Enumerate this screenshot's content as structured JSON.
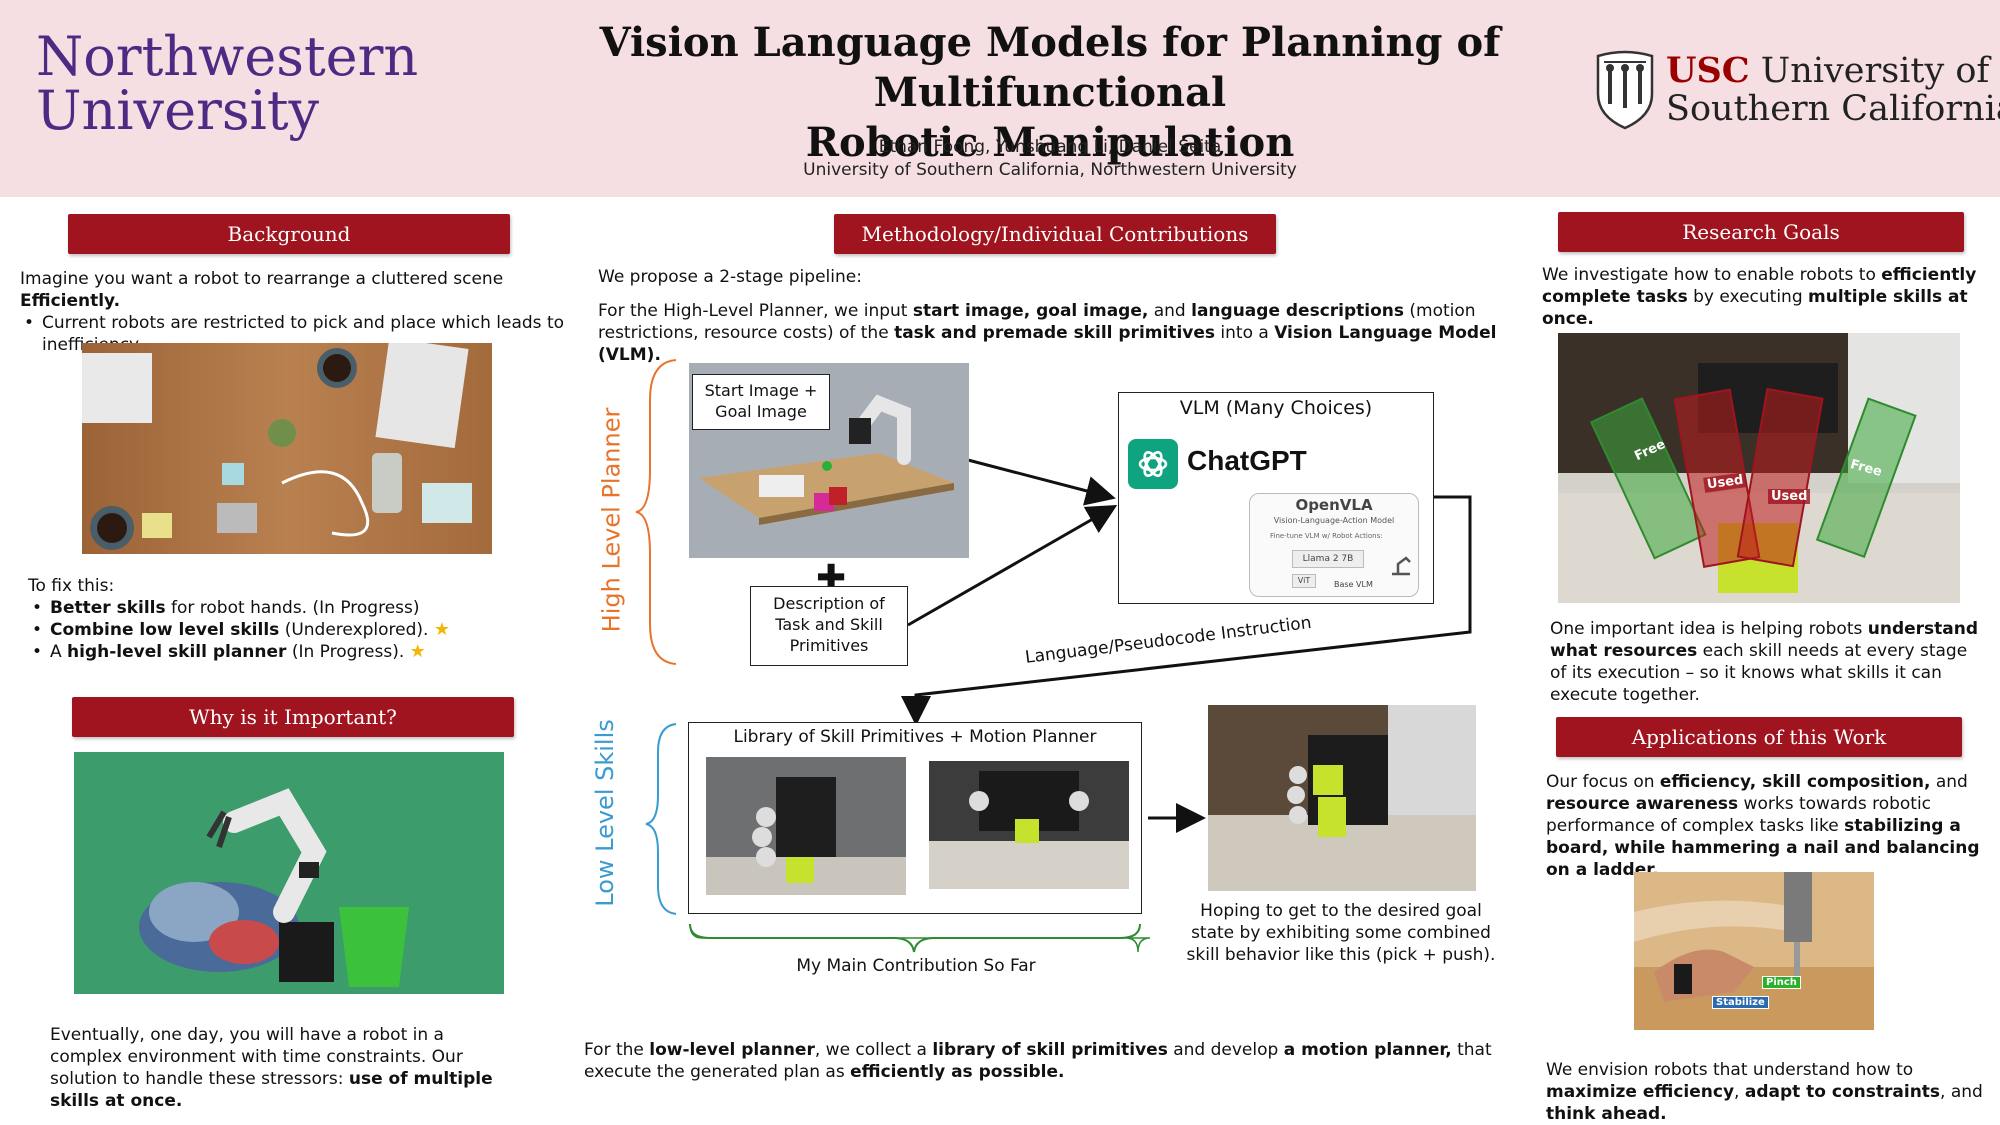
{
  "header": {
    "nu_logo_line1": "Northwestern",
    "nu_logo_line2": "University",
    "title_line1": "Vision Language Models for Planning of Multifunctional",
    "title_line2": "Robotic Manipulation",
    "authors": "Ethan Foong, Yunshuang Li, Daniel Seita",
    "affiliations": "University of Southern California, Northwestern University",
    "usc_abbrev": "USC",
    "usc_line1_rest": "University of",
    "usc_line2": "Southern California"
  },
  "background": {
    "heading": "Background",
    "intro_pre": "Imagine you want a robot to rearrange a cluttered scene ",
    "intro_bold": "Efficiently.",
    "bullet1": "Current robots are restricted to pick and place which leads to inefficiency.",
    "fix_label": "To fix this:",
    "fix1_bold": "Better skills",
    "fix1_rest": " for robot hands. (In Progress)",
    "fix2_bold": "Combine low level skills",
    "fix2_rest": " (Underexplored).",
    "fix3_pre": "A ",
    "fix3_bold": "high-level skill planner",
    "fix3_rest": " (In Progress)."
  },
  "importance": {
    "heading": "Why is it Important?",
    "text_pre": "Eventually, one day, you will have a robot in a complex environment with time constraints. Our solution to handle these stressors: ",
    "text_bold": "use of multiple skills at once."
  },
  "methodology": {
    "heading": "Methodology/Individual Contributions",
    "propose": "We propose a 2-stage pipeline:",
    "hl_p1": "For the High-Level Planner, we input ",
    "hl_b1": "start image, goal image,",
    "hl_p2": " and ",
    "hl_b2": "language descriptions",
    "hl_p3": " (motion restrictions, resource costs) of the ",
    "hl_b3": "task and premade skill primitives",
    "hl_p4": " into a ",
    "hl_b4": "Vision Language Model (VLM).",
    "high_label": "High Level Planner",
    "low_label": "Low Level Skills",
    "start_goal": "Start Image + Goal Image",
    "description": "Description of Task and Skill Primitives",
    "vlm_title": "VLM (Many Choices)",
    "chatgpt": "ChatGPT",
    "openvla": "OpenVLA",
    "openvla_sub": "Vision-Language-Action Model",
    "openvla_finetune": "Fine-tune VLM w/ Robot Actions:",
    "llama": "Llama 2 7B",
    "vit": "ViT",
    "base_vlm": "Base VLM",
    "instruction": "Language/Pseudocode Instruction",
    "library": "Library of Skill Primitives + Motion Planner",
    "main_contrib": "My Main Contribution So Far",
    "hoping": "Hoping to get to the desired goal state by exhibiting some combined skill behavior like this (pick + push).",
    "ll_p1": "For the ",
    "ll_b1": "low-level planner",
    "ll_p2": ", we collect a ",
    "ll_b2": "library of skill primitives",
    "ll_p3": " and develop ",
    "ll_b3": "a motion planner,",
    "ll_p4": " that execute the generated plan as ",
    "ll_b4": "efficiently as possible."
  },
  "goals": {
    "heading": "Research Goals",
    "p1": "We investigate how to enable robots to ",
    "b1": "efficiently complete tasks",
    "p2": " by executing ",
    "b2": "multiple skills at once.",
    "photo_free": "Free",
    "photo_used": "Used",
    "idea_p1": "One important idea is helping robots ",
    "idea_b1": "understand what resources",
    "idea_p2": " each skill needs at every stage of its execution – so it knows what skills it can execute together."
  },
  "applications": {
    "heading": "Applications of this Work",
    "p1": "Our focus on ",
    "b1": "efficiency, skill composition,",
    "p2": " and ",
    "b2": "resource awareness",
    "p3": " works towards robotic performance of  complex tasks like ",
    "b3": "stabilizing a board, while hammering a nail and balancing on a ladder.",
    "pinch": "Pinch",
    "stabilize": "Stabilize",
    "env_p1": "We envision robots that understand how to ",
    "env_b1": "maximize efficiency",
    "env_p2": ", ",
    "env_b2": "adapt to constraints",
    "env_p3": ", and ",
    "env_b3": "think ahead."
  },
  "colors": {
    "accent_red": "#a0141f",
    "nu_purple": "#4e2a84",
    "header_pink": "#f5dfe2",
    "high_orange": "#e8742b",
    "low_blue": "#3a9bd1",
    "contrib_green": "#2e8b2e"
  }
}
